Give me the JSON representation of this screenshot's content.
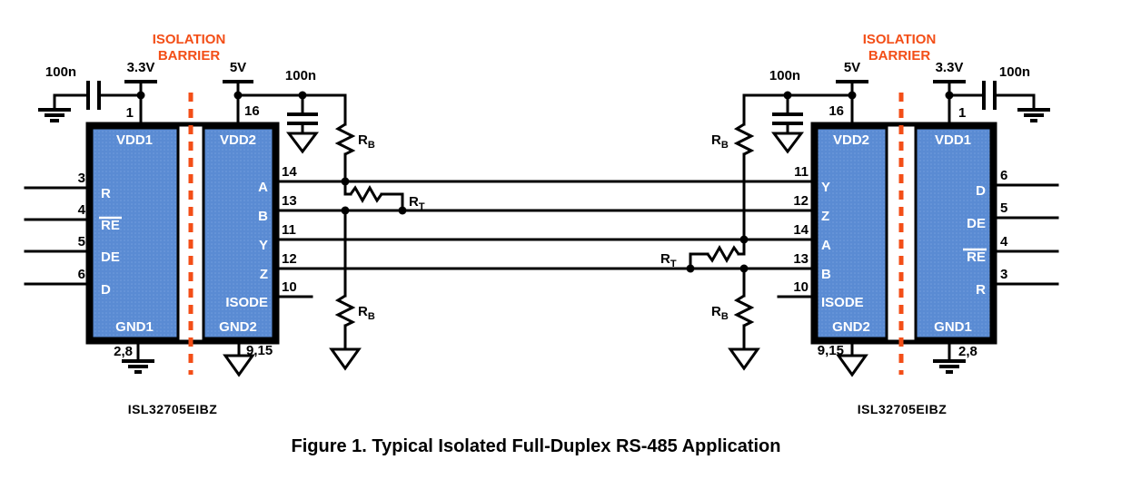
{
  "figure": {
    "caption": "Figure 1. Typical Isolated Full-Duplex RS-485 Application"
  },
  "barrier": {
    "line1": "ISOLATION",
    "line2": "BARRIER"
  },
  "supplies": {
    "logic": "3.3V",
    "bus": "5V"
  },
  "components": {
    "bypass_cap": "100n",
    "bias_resistor": {
      "main": "R",
      "sub": "B"
    },
    "term_resistor": {
      "main": "R",
      "sub": "T"
    }
  },
  "chip": {
    "part_number": "ISL32705EIBZ",
    "logic_side": {
      "supply_name": "VDD1",
      "supply_pin": "1",
      "gnd_name": "GND1",
      "gnd_pins": "2,8",
      "pins": [
        {
          "num": "3",
          "name": "R"
        },
        {
          "num": "4",
          "name": "RE"
        },
        {
          "num": "5",
          "name": "DE"
        },
        {
          "num": "6",
          "name": "D"
        }
      ]
    },
    "bus_side": {
      "supply_name": "VDD2",
      "supply_pin": "16",
      "gnd_name": "GND2",
      "gnd_pins": "9,15",
      "pins": [
        {
          "num": "14",
          "name": "A"
        },
        {
          "num": "13",
          "name": "B"
        },
        {
          "num": "11",
          "name": "Y"
        },
        {
          "num": "12",
          "name": "Z"
        },
        {
          "num": "10",
          "name": "ISODE"
        }
      ]
    }
  },
  "colors": {
    "chip_fill": "#5a8bd3",
    "barrier": "#f34e17",
    "wire": "#000000"
  }
}
